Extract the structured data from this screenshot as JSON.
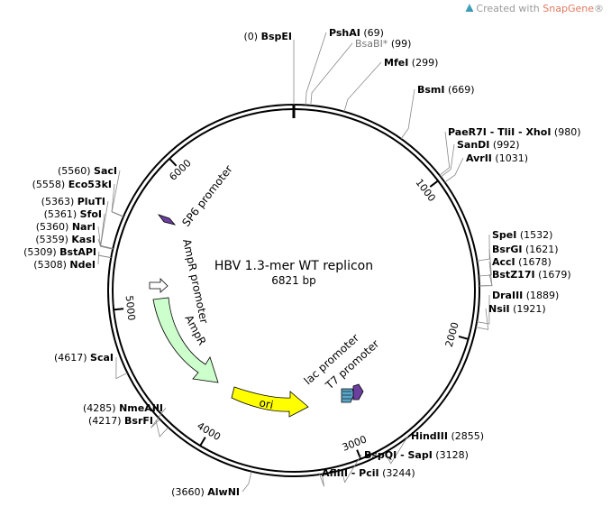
{
  "watermark": {
    "prefix": "Created with ",
    "brand": "SnapGene",
    "suffix": "®"
  },
  "plasmid": {
    "name": "HBV 1.3-mer WT replicon",
    "size_label": "6821 bp",
    "length": 6821
  },
  "ticks": [
    {
      "pos": 1000,
      "label": "1000"
    },
    {
      "pos": 2000,
      "label": "2000"
    },
    {
      "pos": 3000,
      "label": "3000"
    },
    {
      "pos": 4000,
      "label": "4000"
    },
    {
      "pos": 5000,
      "label": "5000"
    },
    {
      "pos": 6000,
      "label": "6000"
    }
  ],
  "sites": {
    "right": [
      {
        "name": "BspEI",
        "coord": "(0)",
        "pos": 0,
        "gray": false,
        "side": "left-text"
      },
      {
        "name": "PshAI",
        "coord": "(69)",
        "pos": 69,
        "gray": false
      },
      {
        "name": "BsaBI*",
        "coord": "(99)",
        "pos": 99,
        "gray": true
      },
      {
        "name": "MfeI",
        "coord": "(299)",
        "pos": 299,
        "gray": false
      },
      {
        "name": "BsmI",
        "coord": "(669)",
        "pos": 669,
        "gray": false
      },
      {
        "name": "PaeR7I - TliI - XhoI",
        "coord": "(980)",
        "pos": 980,
        "gray": false
      },
      {
        "name": "SanDI",
        "coord": "(992)",
        "pos": 992,
        "gray": false
      },
      {
        "name": "AvrII",
        "coord": "(1031)",
        "pos": 1031,
        "gray": false
      },
      {
        "name": "SpeI",
        "coord": "(1532)",
        "pos": 1532,
        "gray": false
      },
      {
        "name": "BsrGI",
        "coord": "(1621)",
        "pos": 1621,
        "gray": false
      },
      {
        "name": "AccI",
        "coord": "(1678)",
        "pos": 1678,
        "gray": false
      },
      {
        "name": "BstZ17I",
        "coord": "(1679)",
        "pos": 1679,
        "gray": false
      },
      {
        "name": "DraIII",
        "coord": "(1889)",
        "pos": 1889,
        "gray": false
      },
      {
        "name": "NsiI",
        "coord": "(1921)",
        "pos": 1921,
        "gray": false
      },
      {
        "name": "HindIII",
        "coord": "(2855)",
        "pos": 2855,
        "gray": false
      },
      {
        "name": "BspQI - SapI",
        "coord": "(3128)",
        "pos": 3128,
        "gray": false
      },
      {
        "name": "AflIII - PciI",
        "coord": "(3244)",
        "pos": 3244,
        "gray": false
      }
    ],
    "left": [
      {
        "name": "AlwNI",
        "coord": "(3660)",
        "pos": 3660,
        "gray": false
      },
      {
        "name": "BsrFI",
        "coord": "(4217)",
        "pos": 4217,
        "gray": false
      },
      {
        "name": "NmeAIII",
        "coord": "(4285)",
        "pos": 4285,
        "gray": false
      },
      {
        "name": "ScaI",
        "coord": "(4617)",
        "pos": 4617,
        "gray": false
      },
      {
        "name": "NdeI",
        "coord": "(5308)",
        "pos": 5308,
        "gray": false
      },
      {
        "name": "BstAPI",
        "coord": "(5309)",
        "pos": 5309,
        "gray": false
      },
      {
        "name": "KasI",
        "coord": "(5359)",
        "pos": 5359,
        "gray": false
      },
      {
        "name": "NarI",
        "coord": "(5360)",
        "pos": 5360,
        "gray": false
      },
      {
        "name": "SfoI",
        "coord": "(5361)",
        "pos": 5361,
        "gray": false
      },
      {
        "name": "PluTI",
        "coord": "(5363)",
        "pos": 5363,
        "gray": false
      },
      {
        "name": "Eco53kI",
        "coord": "(5558)",
        "pos": 5558,
        "gray": false
      },
      {
        "name": "SacI",
        "coord": "(5560)",
        "pos": 5560,
        "gray": false
      }
    ]
  },
  "features": {
    "sp6": "SP6 promoter",
    "ampr_promoter": "AmpR promoter",
    "ampr": "AmpR",
    "ori": "ori",
    "lac": "lac promoter",
    "t7": "T7 promoter"
  },
  "colors": {
    "ampr": "#ccffcc",
    "ori": "#ffff00",
    "sp6": "#6b3fa0",
    "t7": "#6b3fa0",
    "lac": "#5aa6c8",
    "backbone": "#000000"
  }
}
